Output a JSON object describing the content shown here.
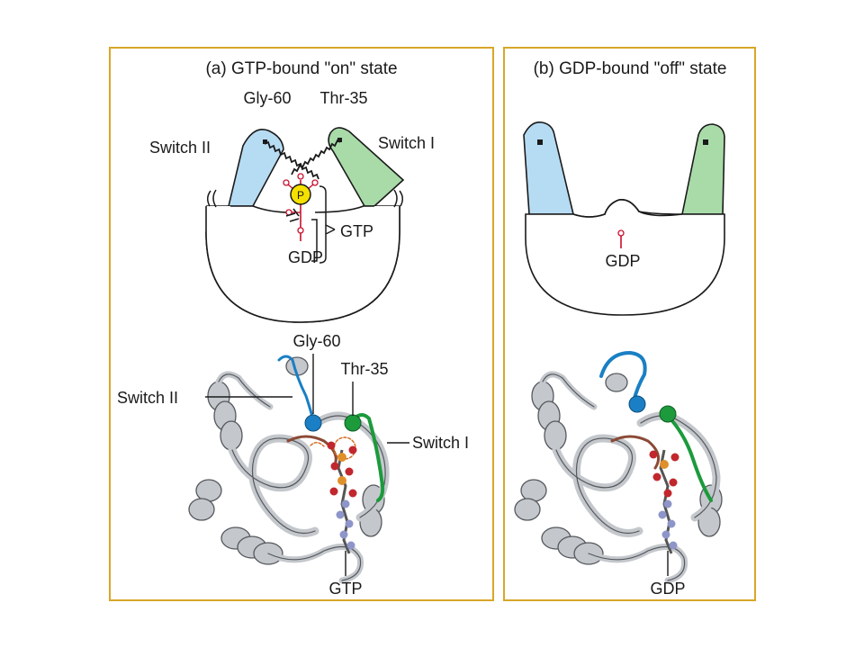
{
  "panel_a": {
    "title": "(a) GTP-bound \"on\" state",
    "schematic": {
      "gly60": "Gly-60",
      "thr35": "Thr-35",
      "switch2": "Switch II",
      "switch1": "Switch I",
      "phosphate": "P",
      "gtp": "GTP",
      "gdp": "GDP"
    },
    "structure": {
      "gly60": "Gly-60",
      "thr35": "Thr-35",
      "switch2": "Switch II",
      "switch1": "Switch I",
      "nucleotide": "GTP"
    }
  },
  "panel_b": {
    "title": "(b) GDP-bound \"off\" state",
    "schematic": {
      "gdp": "GDP"
    },
    "structure": {
      "nucleotide": "GDP"
    }
  },
  "colors": {
    "frame": "#d9a62a",
    "switch1": "#a9dba9",
    "switch2": "#b6dcf3",
    "phosphate": "#f5e000",
    "bond": "#c8102e",
    "ribbon": "#c4c8cc",
    "ribbon_dark": "#55595e",
    "switch1_ribbon": "#1c9a3c",
    "switch2_ribbon": "#1a7fc4",
    "nucleotide": "#8e95c9"
  }
}
